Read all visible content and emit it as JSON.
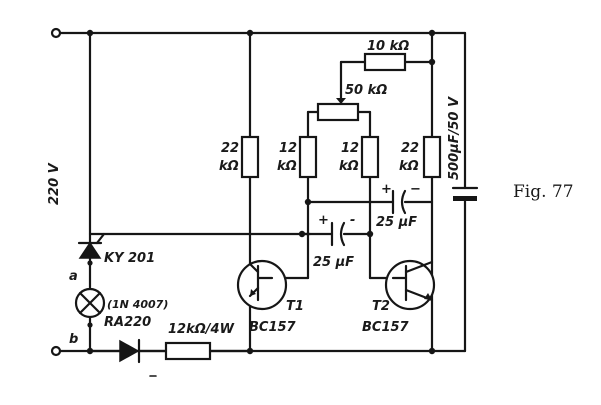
{
  "figure": {
    "caption": "Fig. 77"
  },
  "supply": {
    "voltage": "220 V",
    "node_a": "a",
    "node_b": "b"
  },
  "components": {
    "thyristor": "KY 201",
    "lamp": "RA220",
    "lamp_diode": "(1N 4007)",
    "series_resistor": "12kΩ/4W",
    "top_resistor": "10 kΩ",
    "potentiometer": "50 kΩ",
    "r1_value": "22",
    "r1_unit": "kΩ",
    "r2_value": "12",
    "r2_unit": "kΩ",
    "r3_value": "12",
    "r3_unit": "kΩ",
    "r4_value": "22",
    "r4_unit": "kΩ",
    "cap_upper": "25 µF",
    "cap_lower": "25 µF",
    "cap_upper_plus": "+",
    "cap_upper_minus": "−",
    "cap_lower_plus": "+",
    "cap_lower_minus": "-",
    "electrolytic": "500µF/50 V",
    "t1_name": "T1",
    "t1_type": "BC157",
    "t2_name": "T2",
    "t2_type": "BC157"
  },
  "colors": {
    "ink": "#161616",
    "paper": "#ffffff"
  }
}
